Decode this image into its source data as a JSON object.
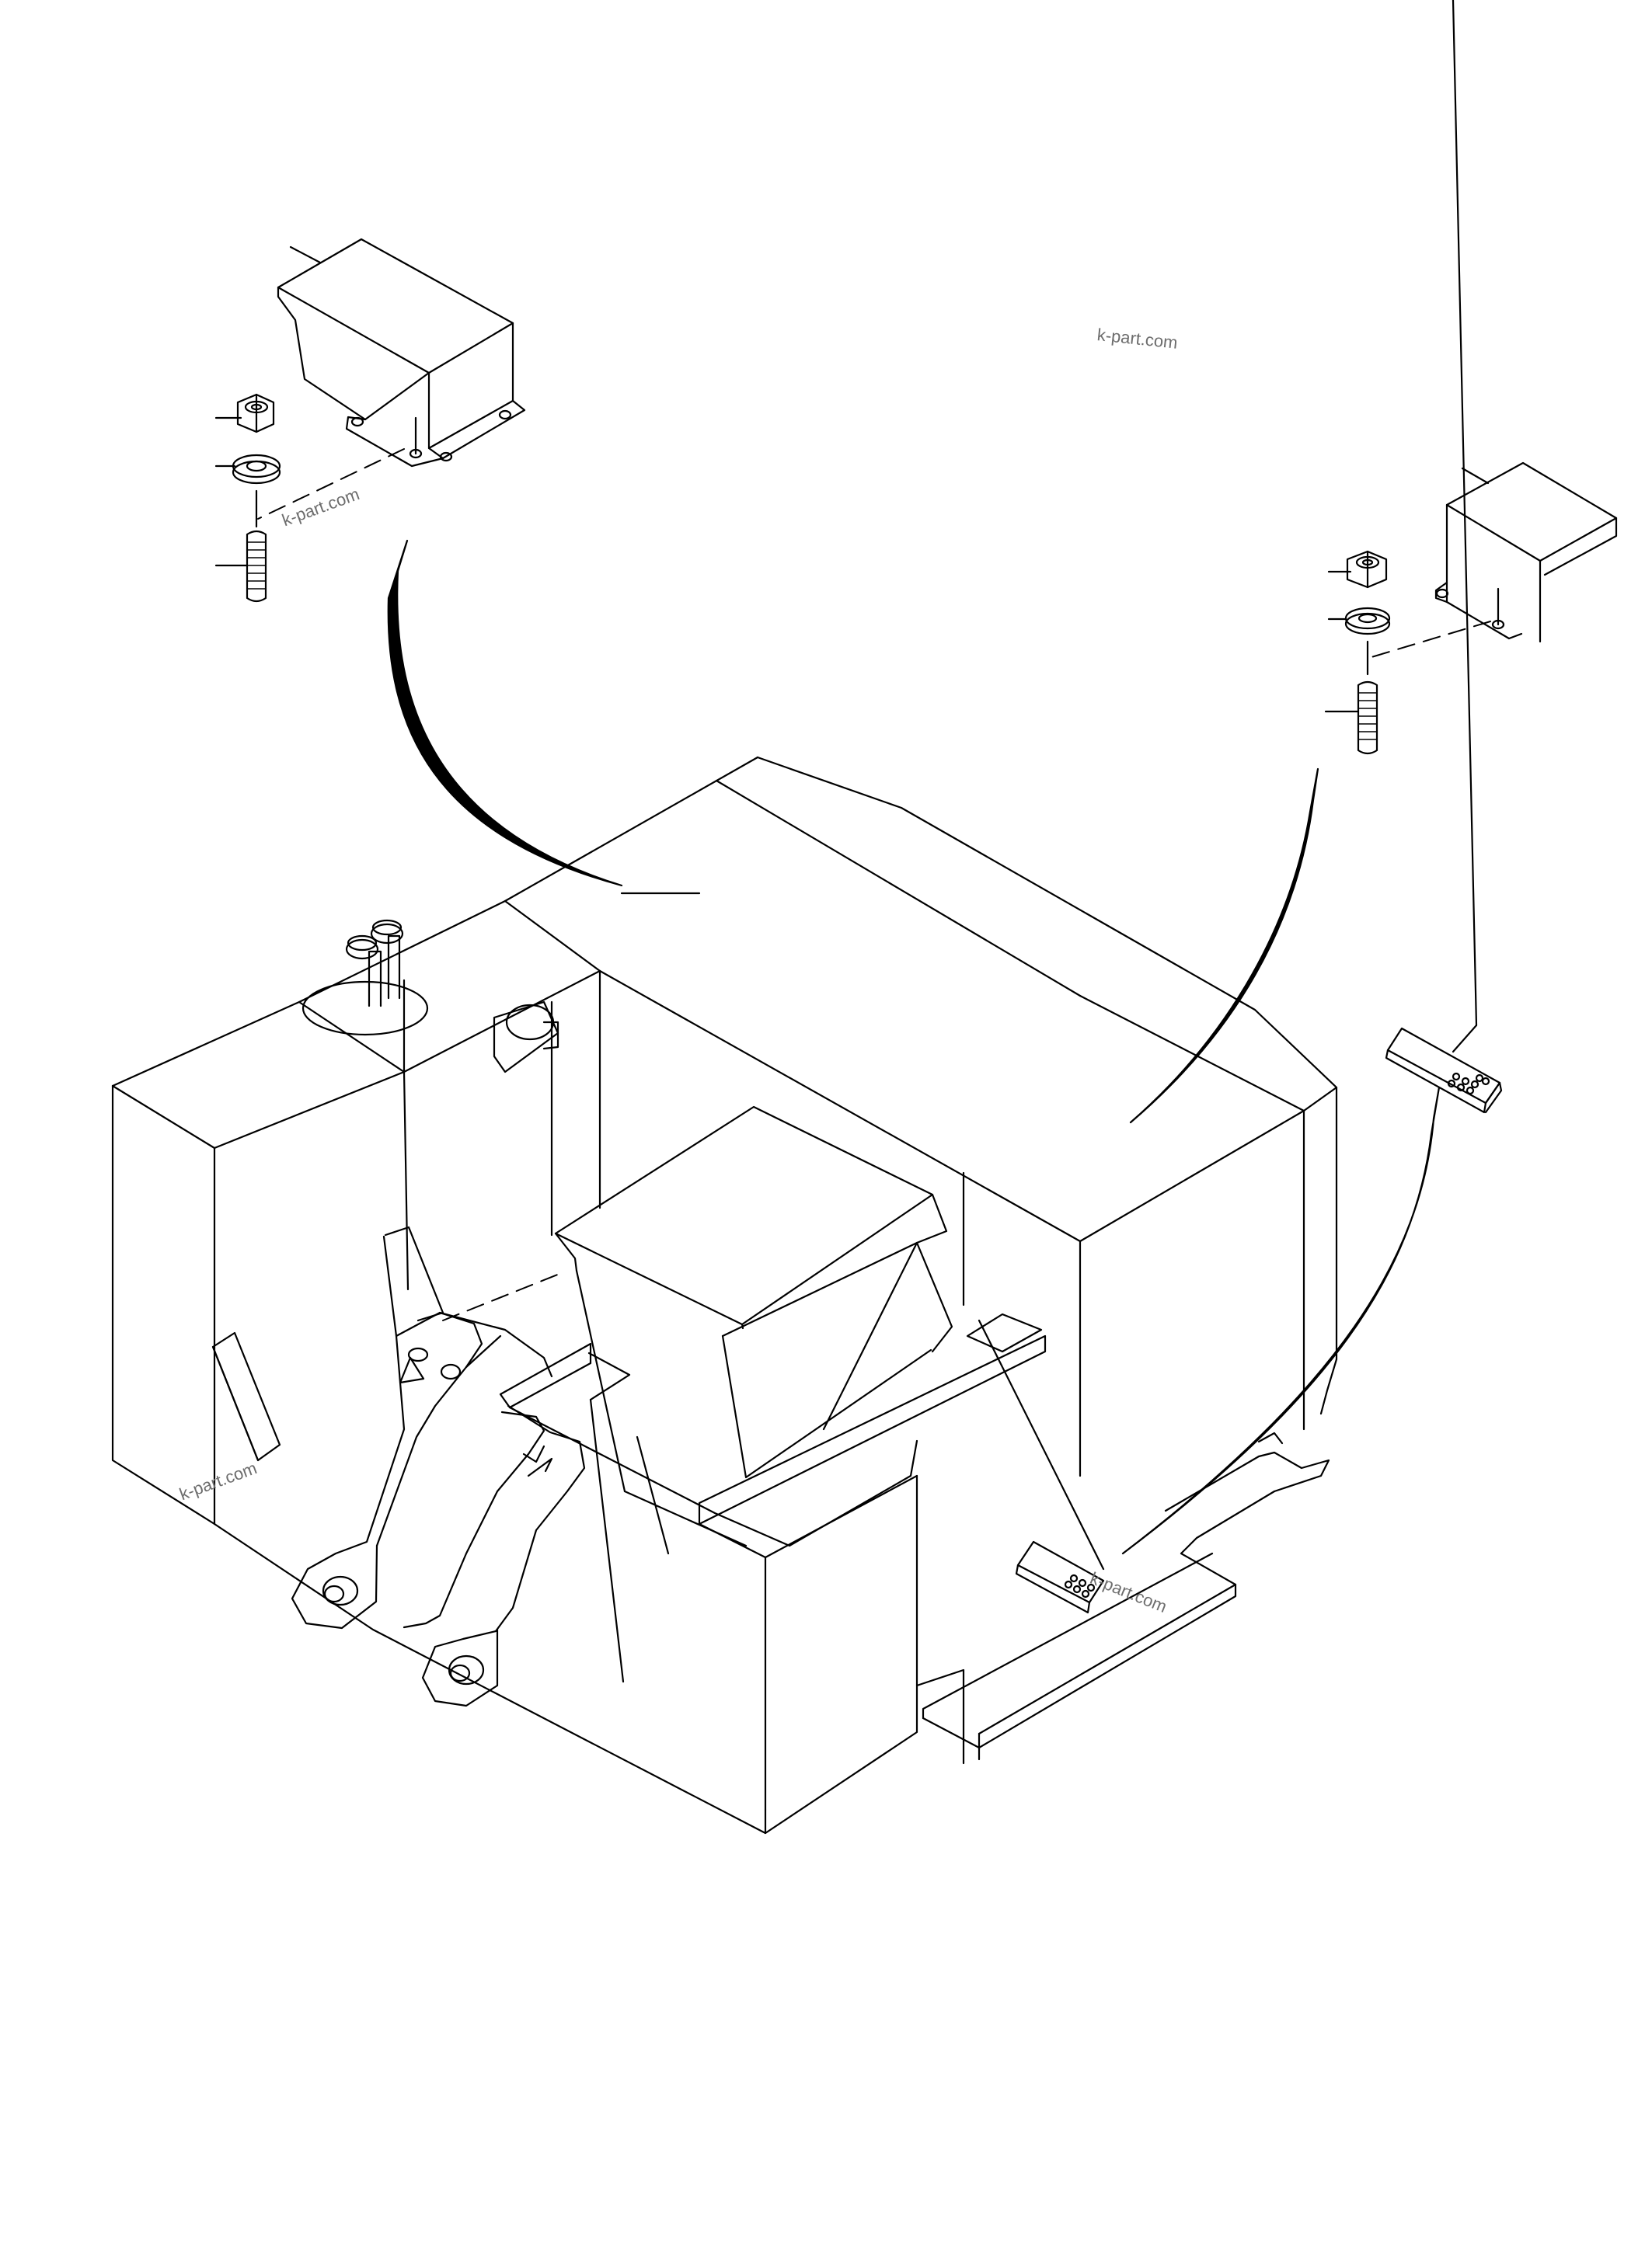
{
  "watermarks": [
    {
      "id": "watermark-top-right",
      "text": "k-part.com"
    },
    {
      "id": "watermark-top-left",
      "text": "k-part.com"
    },
    {
      "id": "watermark-bottom-left",
      "text": "k-part.com"
    },
    {
      "id": "watermark-bottom-right",
      "text": "k-part.com"
    }
  ],
  "parts": [
    "cover-large",
    "nut-1",
    "washer-1",
    "stud-1",
    "cover-small",
    "nut-2",
    "washer-2",
    "stud-2",
    "plate"
  ]
}
